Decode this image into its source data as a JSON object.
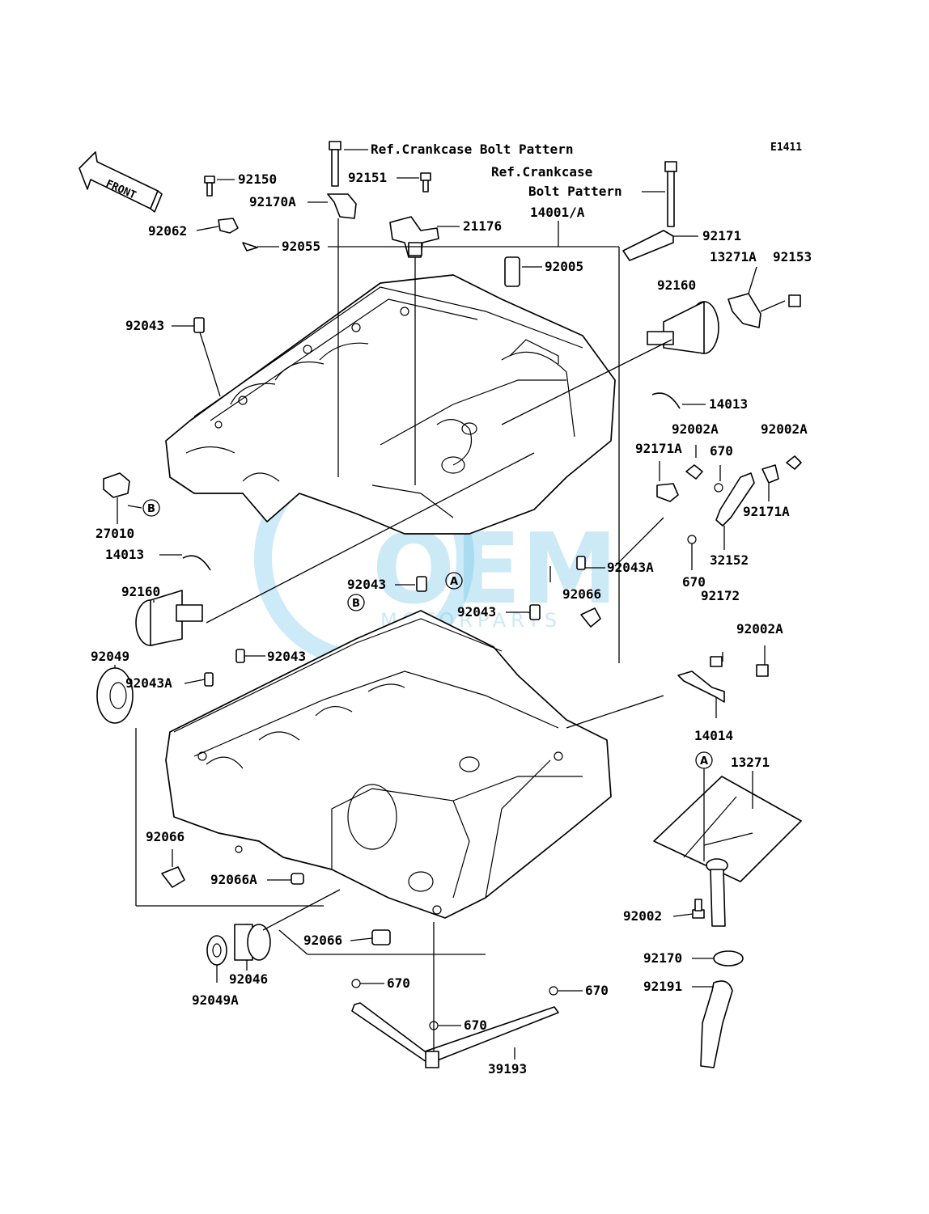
{
  "diagram_code": "E1411",
  "ref_notes": {
    "top": "Ref.Crankcase Bolt Pattern",
    "right_line1": "Ref.Crankcase",
    "right_line2": "Bolt Pattern"
  },
  "front_arrow": "FRONT",
  "watermark": {
    "brand": "OEM",
    "sub": "MOTORPARTS",
    "color": "#6ec3e8"
  },
  "callouts": {
    "a": "A",
    "b": "B"
  },
  "labels": {
    "p92150": "92150",
    "p92170a": "92170A",
    "p92062": "92062",
    "p92055": "92055",
    "p92151": "92151",
    "p21176": "21176",
    "p14001a": "14001/A",
    "p92171": "92171",
    "p92005": "92005",
    "p13271a": "13271A",
    "p92153": "92153",
    "p92160_top": "92160",
    "p92043_top": "92043",
    "p14013_right": "14013",
    "p92002a_1": "92002A",
    "p92002a_2": "92002A",
    "p92171a_1": "92171A",
    "p670_1": "670",
    "p92171a_2": "92171A",
    "p27010": "27010",
    "p14013_left": "14013",
    "p32152": "32152",
    "p670_2": "670",
    "p92043a_mid": "92043A",
    "p92043_mid": "92043",
    "p92066_mid": "92066",
    "p92160_left": "92160",
    "p92043_mid2": "92043",
    "p92172": "92172",
    "p92002a_3": "92002A",
    "p92049": "92049",
    "p92043_low": "92043",
    "p92043a_left": "92043A",
    "p14014": "14014",
    "p13271": "13271",
    "p92066_left": "92066",
    "p92066a": "92066A",
    "p92002": "92002",
    "p92066_bottom": "92066",
    "p92170": "92170",
    "p92046": "92046",
    "p92049a": "92049A",
    "p670_3": "670",
    "p670_4": "670",
    "p92191": "92191",
    "p670_5": "670",
    "p39193": "39193"
  }
}
